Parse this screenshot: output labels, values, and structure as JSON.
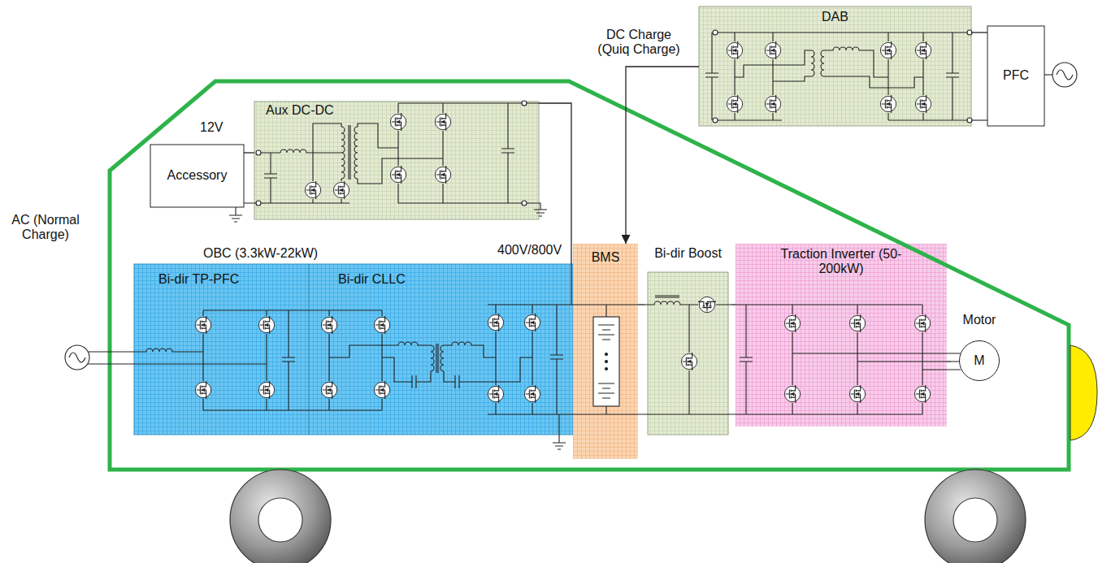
{
  "diagram": {
    "nodes": [
      {
        "text": [
          "DAB"
        ]
      },
      {
        "text": [
          "PFC"
        ]
      },
      {
        "text": [
          "Aux DC-DC"
        ]
      },
      {
        "text": [
          "Accessory"
        ]
      },
      {
        "text": [
          "OBC (3.3kW-22kW)"
        ]
      },
      {
        "text": [
          "Bi-dir TP-PFC"
        ],
        "in": 4
      },
      {
        "text": [
          "Bi-dir CLLC"
        ],
        "in": 4
      },
      {
        "text": [
          "BMS"
        ]
      },
      {
        "text": [
          "Bi-dir Boost"
        ]
      },
      {
        "text": [
          "Traction Inverter (50-200kW)"
        ]
      },
      {
        "text": [
          "Motor",
          "M"
        ]
      }
    ],
    "edges": [
      {
        "from": 0,
        "to": 7,
        "arrow": "to",
        "label": "DC Charge (Quiq Charge)"
      },
      {
        "from": 0,
        "to": 1,
        "arrow": "none"
      },
      {
        "from": 2,
        "to": 3,
        "arrow": "none"
      },
      {
        "from": 2,
        "to": 6,
        "arrow": "none"
      },
      {
        "from": 7,
        "to": 8,
        "arrow": "none"
      },
      {
        "from": 8,
        "to": 9,
        "arrow": "none"
      },
      {
        "from": 9,
        "to": 10,
        "arrow": "none"
      }
    ],
    "labels": [
      "12V",
      "AC (Normal Charge)",
      "400V/800V"
    ]
  }
}
